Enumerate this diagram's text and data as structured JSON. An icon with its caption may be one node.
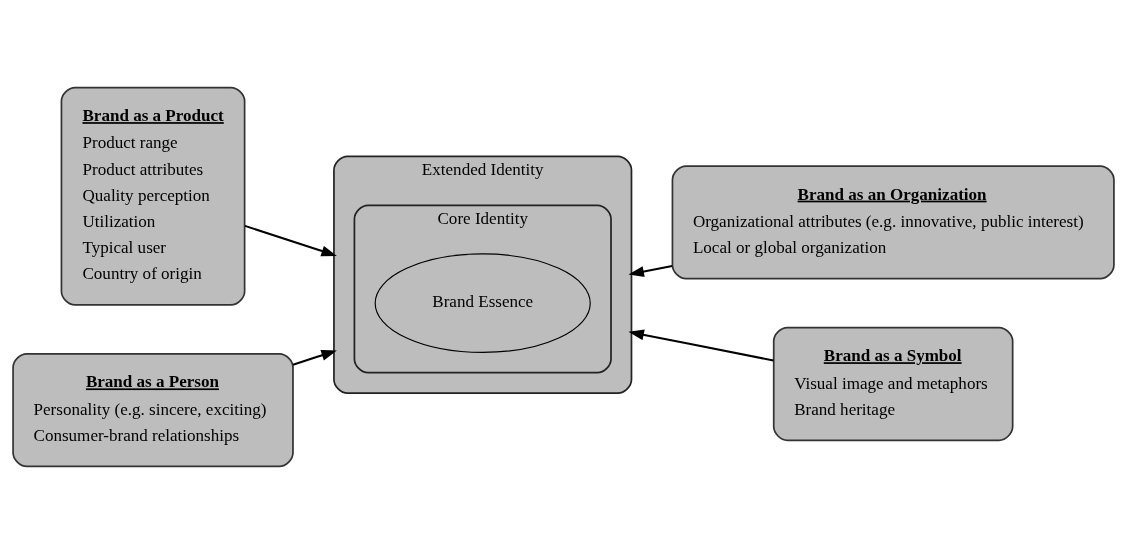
{
  "diagram": {
    "nodes": [
      {
        "text": [
          "Brand as a Product",
          "Product range",
          "Product attributes",
          "Quality perception",
          "Utilization",
          "Typical user",
          "Country of origin"
        ]
      },
      {
        "text": [
          "Brand as an Organization",
          "Organizational attributes (e.g. innovative, public interest)",
          "Local or global organization"
        ]
      },
      {
        "text": [
          "Extended Identity"
        ]
      },
      {
        "text": [
          "Core Identity"
        ],
        "in": 2
      },
      {
        "text": [
          "Brand Essence"
        ],
        "in": 3
      },
      {
        "text": [
          "Brand as a Person",
          "Personality (e.g. sincere, exciting)",
          "Consumer-brand relationships"
        ]
      },
      {
        "text": [
          "Brand as a Symbol",
          "Visual image and metaphors",
          "Brand heritage"
        ]
      }
    ],
    "edges": [
      {
        "from": 0,
        "to": 2,
        "arrow": "to"
      },
      {
        "from": 1,
        "to": 2,
        "arrow": "to"
      },
      {
        "from": 5,
        "to": 2,
        "arrow": "to"
      },
      {
        "from": 6,
        "to": 2,
        "arrow": "to"
      }
    ]
  }
}
